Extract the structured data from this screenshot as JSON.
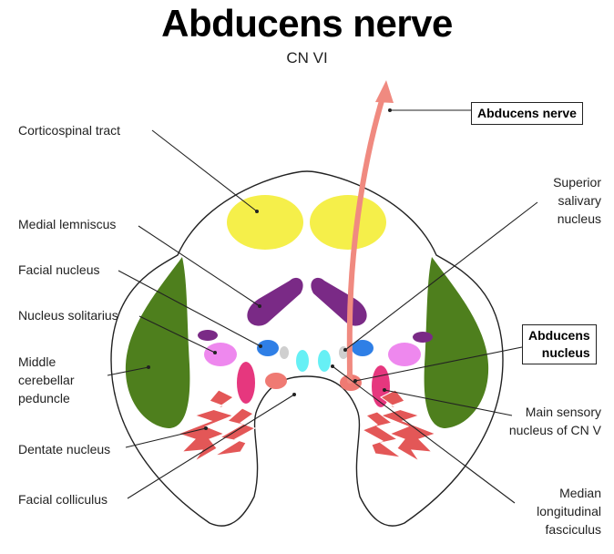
{
  "title": "Abducens nerve",
  "subtitle": "CN VI",
  "labels": {
    "corticospinal": "Corticospinal tract",
    "medial_lemniscus": "Medial lemniscus",
    "facial_nucleus": "Facial nucleus",
    "nucleus_solitarius": "Nucleus solitarius",
    "middle_cerebellar_1": "Middle",
    "middle_cerebellar_2": "cerebellar",
    "middle_cerebellar_3": "peduncle",
    "dentate": "Dentate nucleus",
    "facial_colliculus": "Facial colliculus",
    "superior_salivary_1": "Superior",
    "superior_salivary_2": "salivary",
    "superior_salivary_3": "nucleus",
    "abducens_nerve": "Abducens nerve",
    "abducens_nucleus_1": "Abducens",
    "abducens_nucleus_2": "nucleus",
    "main_sensory_1": "Main sensory",
    "main_sensory_2": "nucleus of CN V",
    "median_long_1": "Median",
    "median_long_2": "longitudinal",
    "median_long_3": "fasciculus"
  },
  "colors": {
    "corticospinal": "#f5ef4a",
    "medial_lemniscus": "#7a2a86",
    "middle_cerebellar": "#4e7f1d",
    "facial_nucleus": "#2f7fe6",
    "nucleus_solitarius": "#ee88ee",
    "small_purple": "#7a2a86",
    "main_sensory": "#e6377e",
    "abducens_nucleus": "#ef7a73",
    "mlf": "#66f0f5",
    "superior_salivary": "#cfcfcf",
    "dentate": "#e35757",
    "nerve_arrow": "#f08a80"
  }
}
